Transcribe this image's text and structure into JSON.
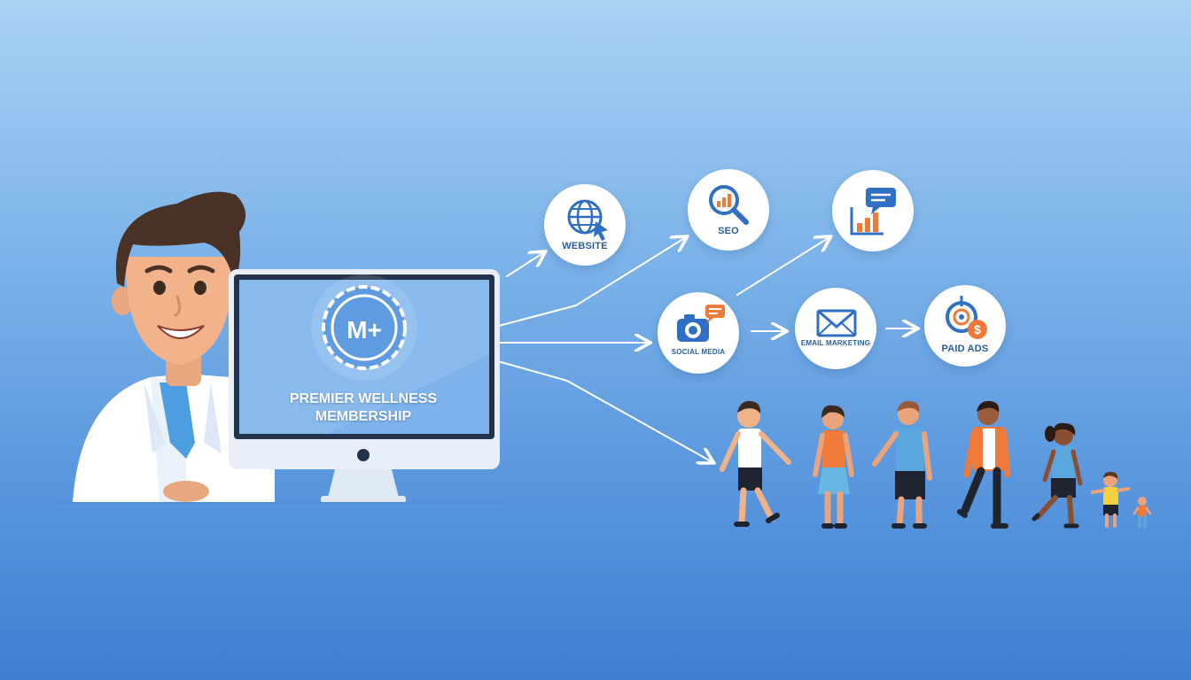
{
  "membership": {
    "badge_text": "M+",
    "title_line1": "PREMIER WELLNESS",
    "title_line2": "MEMBERSHIP"
  },
  "channels": [
    {
      "label": "WEBSITE",
      "icon": "globe-cursor-icon"
    },
    {
      "label": "SEO",
      "icon": "magnifier-chart-icon"
    },
    {
      "label": "",
      "icon": "chart-chat-icon"
    },
    {
      "label": "SOCIAL MEDIA",
      "icon": "camera-chat-icon"
    },
    {
      "label": "EMAIL MARKETING",
      "icon": "envelope-icon"
    },
    {
      "label": "PAID ADS",
      "icon": "target-dollar-icon"
    }
  ],
  "colors": {
    "accent_blue": "#2f6fc4",
    "accent_orange": "#f07a3a",
    "label_blue": "#2a5c9c"
  }
}
